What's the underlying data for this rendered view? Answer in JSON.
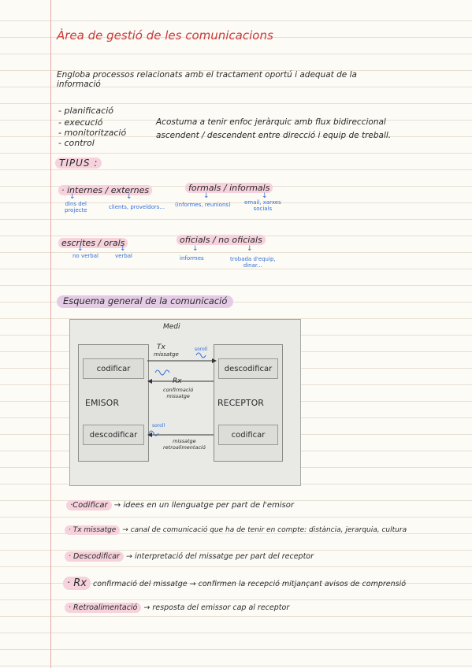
{
  "title": "Àrea de gestió de les comunicacions",
  "intro": {
    "line1": "Engloba processos relacionats amb el tractament oportú i adequat de la",
    "line2": "informació"
  },
  "list_items": [
    "- planificació",
    "- execució",
    "- monitorització",
    "- control"
  ],
  "side_note": {
    "line1": "Acostuma a tenir enfoc jeràrquic amb flux bidireccional",
    "line2": "ascendent / descendent entre direcció i equip de treball."
  },
  "tipus": {
    "heading": "TIPUS :",
    "groups": [
      {
        "label": "· internes / externes",
        "left_arrow": "↓",
        "right_arrow": "↓",
        "left_sub": "dins del\nprojecte",
        "right_sub": "clients, proveïdors..."
      },
      {
        "label": "formals / informals",
        "left_arrow": "↓",
        "right_arrow": "↓",
        "left_sub": "(informes, reunions)",
        "right_sub": "email, xarxes\nsocials"
      },
      {
        "label": "escrites / orals",
        "left_arrow": "↓",
        "right_arrow": "↓",
        "left_sub": "no verbal",
        "right_sub": "verbal"
      },
      {
        "label": "oficials / no oficials",
        "left_arrow": "↓",
        "right_arrow": "↓",
        "left_sub": "informes",
        "right_sub": "trobada d'equip,\ndinar..."
      }
    ]
  },
  "esquema": {
    "heading": "Esquema general de la comunicació",
    "medi": "Medi",
    "emisor": "EMISOR",
    "receptor": "RECEPTOR",
    "codificar_top": "codificar",
    "descodificar_top": "descodificar",
    "descodificar_bottom": "descodificar",
    "codificar_bottom": "codificar",
    "tx": "Tx",
    "missatge": "missatge",
    "soroll": "soroll",
    "rx": "Rx",
    "confirmacio": "confirmació\nmissatge",
    "missatge_retro": "missatge\nretroalimentació"
  },
  "definitions": [
    {
      "term": "·Codificar",
      "text": "→ idees en un llenguatge per part de l'emisor"
    },
    {
      "term": "· Tx missatge",
      "text": "→ canal de comunicació que ha de tenir en compte: distància, jerarquia, cultura"
    },
    {
      "term": "· Descodificar",
      "text": "→ interpretació del missatge per part del receptor"
    },
    {
      "term": "· Rx",
      "text": "confirmació del missatge → confirmen la recepció mitjançant avisos de comprensió"
    },
    {
      "term": "· Retroalimentació",
      "text": "→ resposta del emissor cap al receptor"
    }
  ],
  "colors": {
    "title": "#c83a3a",
    "highlight_pink": "#f6d2dd",
    "highlight_purple": "#e4cbe6",
    "blue_note": "#2f6fd6",
    "margin": "#e9a8a8"
  }
}
